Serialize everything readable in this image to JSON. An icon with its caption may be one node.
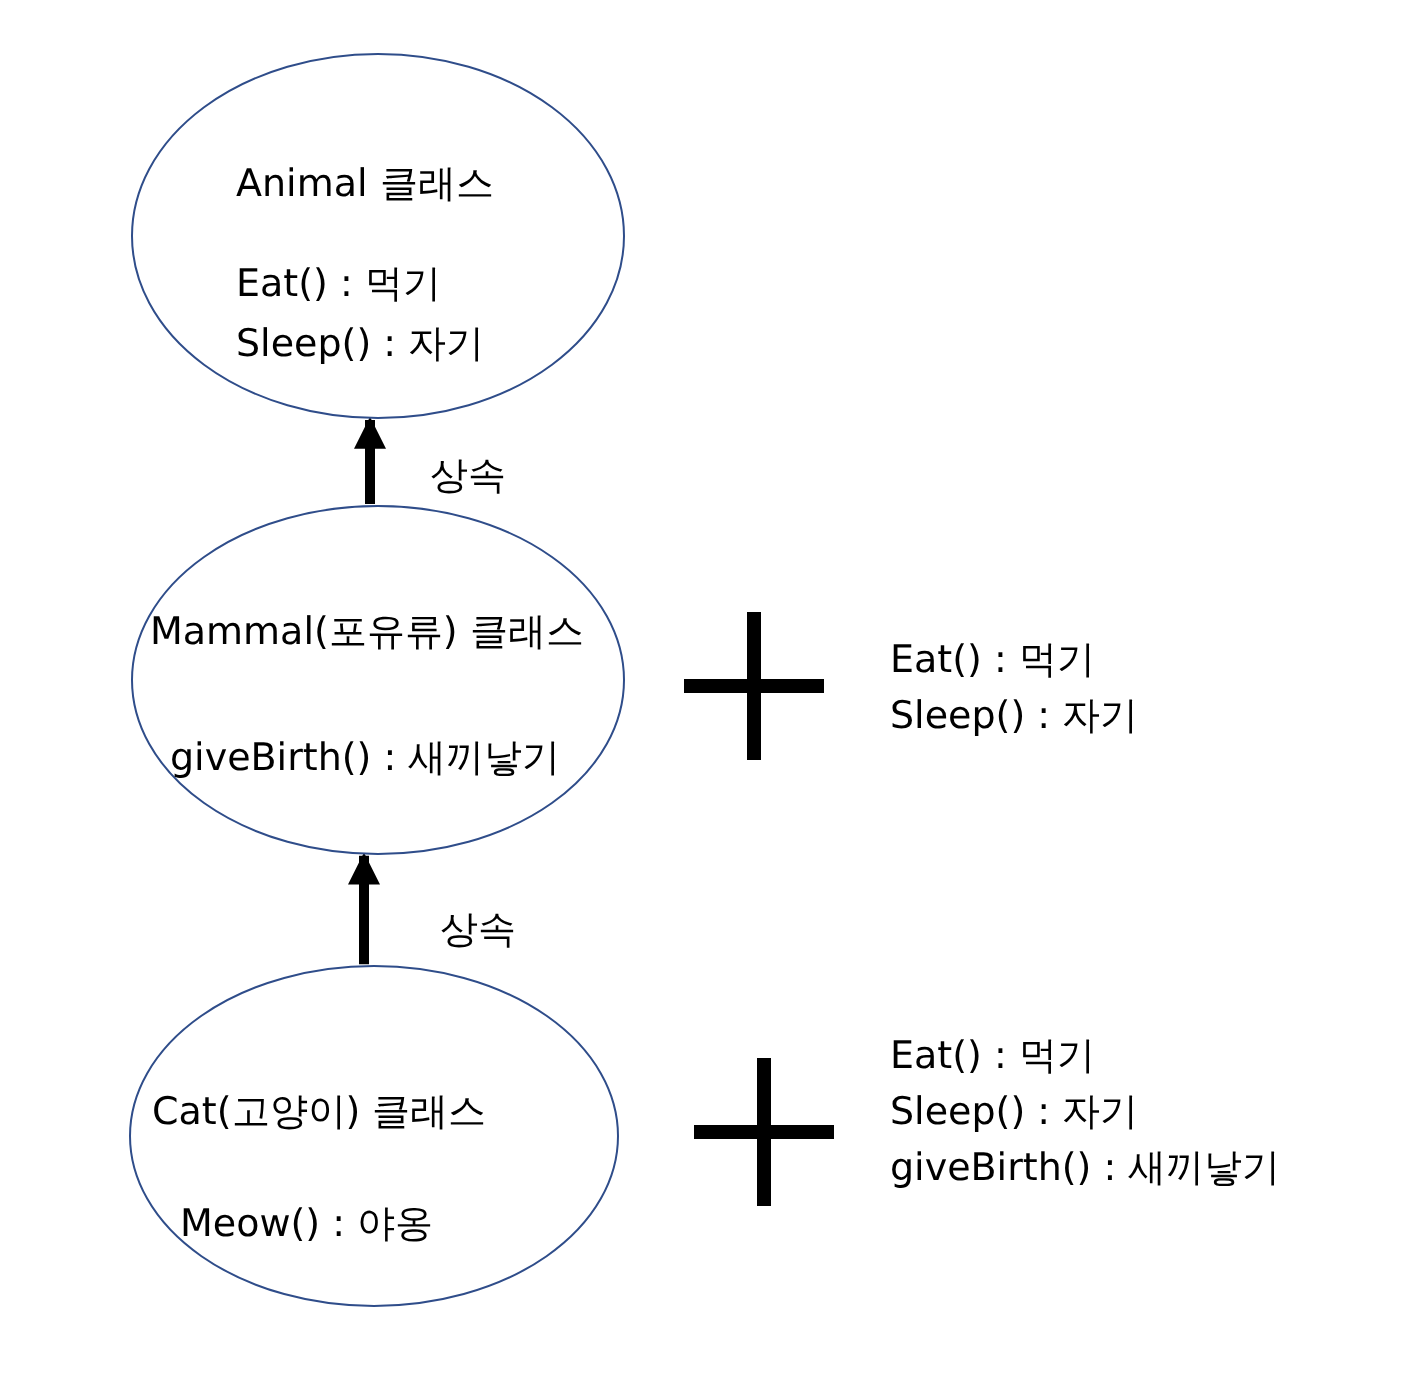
{
  "diagram": {
    "nodes": [
      {
        "text": [
          "Animal 클래스",
          "Eat() : 먹기",
          "Sleep() : 자기"
        ]
      },
      {
        "text": [
          "Mammal(포유류) 클래스",
          "giveBirth() : 새끼낳기"
        ]
      },
      {
        "text": [
          "Cat(고양이) 클래스",
          "Meow() : 야옹"
        ]
      }
    ],
    "edges": [
      {
        "from": 1,
        "to": 0,
        "arrow": "to",
        "label": "상속"
      },
      {
        "from": 2,
        "to": 1,
        "arrow": "to",
        "label": "상속"
      }
    ],
    "labels": [
      "Eat() : 먹기",
      "Sleep() : 자기",
      "Eat() : 먹기",
      "Sleep() : 자기",
      "giveBirth() : 새끼낳기"
    ]
  }
}
